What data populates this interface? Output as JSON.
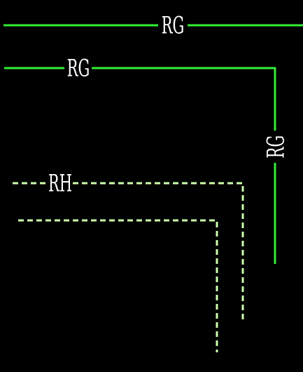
{
  "colors": {
    "background": "#000000",
    "solid_line": "#33ee33",
    "dashed_line": "#ccffaa",
    "label": "#ffffff"
  },
  "labels": {
    "rg_top": "RG",
    "rg_middle": "RG",
    "rg_vertical": "RG",
    "rh": "RH"
  }
}
